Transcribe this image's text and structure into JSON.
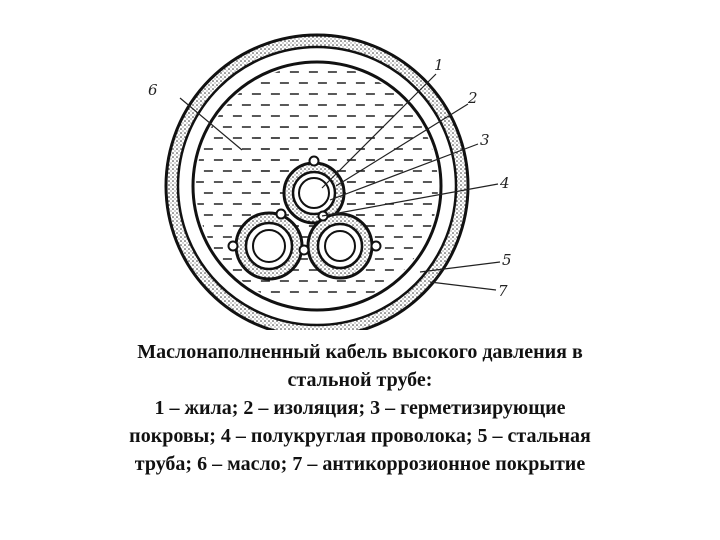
{
  "diagram": {
    "callouts": [
      "1",
      "2",
      "3",
      "4",
      "5",
      "7",
      "6"
    ]
  },
  "caption": {
    "line1": "Маслонаполненный кабель высокого давления в",
    "line2": "стальной трубе:",
    "line3": "1 – жила; 2 – изоляция; 3 – герметизирующие",
    "line4": "покровы; 4 – полукруглая проволока; 5 – стальная",
    "line5": "труба; 6 – масло; 7 – антикоррозионное покрытие"
  }
}
